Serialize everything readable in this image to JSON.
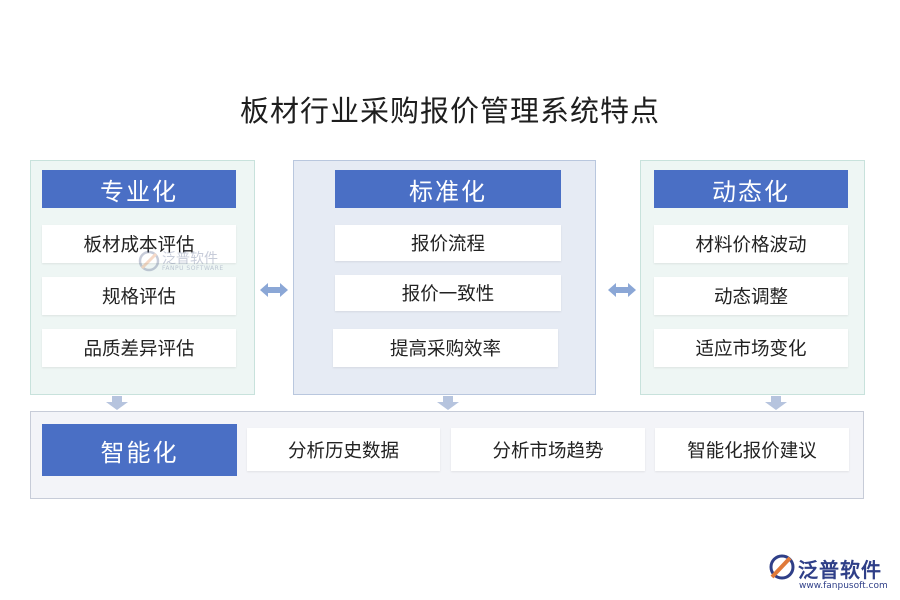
{
  "title": "板材行业采购报价管理系统特点",
  "colors": {
    "header_blue": "#4a6fc5",
    "arrow": "#8ba7d6"
  },
  "left": {
    "heading": "专业化",
    "items": [
      "板材成本评估",
      "规格评估",
      "品质差异评估"
    ]
  },
  "middle": {
    "heading": "标准化",
    "items": [
      "报价流程",
      "报价一致性",
      "提高采购效率"
    ]
  },
  "right": {
    "heading": "动态化",
    "items": [
      "材料价格波动",
      "动态调整",
      "适应市场变化"
    ]
  },
  "bottom": {
    "heading": "智能化",
    "items": [
      "分析历史数据",
      "分析市场趋势",
      "智能化报价建议"
    ]
  },
  "watermark": {
    "cn": "泛普软件",
    "en": "FANPU SOFTWARE"
  },
  "logo": {
    "name": "泛普软件",
    "url": "www.fanpusoft.com"
  }
}
